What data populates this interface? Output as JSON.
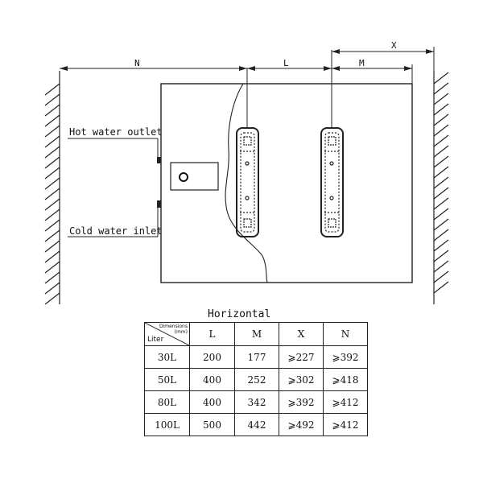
{
  "labels": {
    "dim_n": "N",
    "dim_l": "L",
    "dim_m": "M",
    "dim_x": "X",
    "hot_water_outlet": "Hot water outlet",
    "cold_water_inlet": "Cold water inlet",
    "table_title": "Horizontal"
  },
  "table": {
    "corner_top": "Dimensions (mm)",
    "corner_bottom": "Liter",
    "headers": [
      "L",
      "M",
      "X",
      "N"
    ],
    "rows": [
      {
        "liter": "30L",
        "values": [
          "200",
          "177",
          "⩾227",
          "⩾392"
        ]
      },
      {
        "liter": "50L",
        "values": [
          "400",
          "252",
          "⩾302",
          "⩾418"
        ]
      },
      {
        "liter": "80L",
        "values": [
          "400",
          "342",
          "⩾392",
          "⩾412"
        ]
      },
      {
        "liter": "100L",
        "values": [
          "500",
          "442",
          "⩾492",
          "⩾412"
        ]
      }
    ]
  }
}
